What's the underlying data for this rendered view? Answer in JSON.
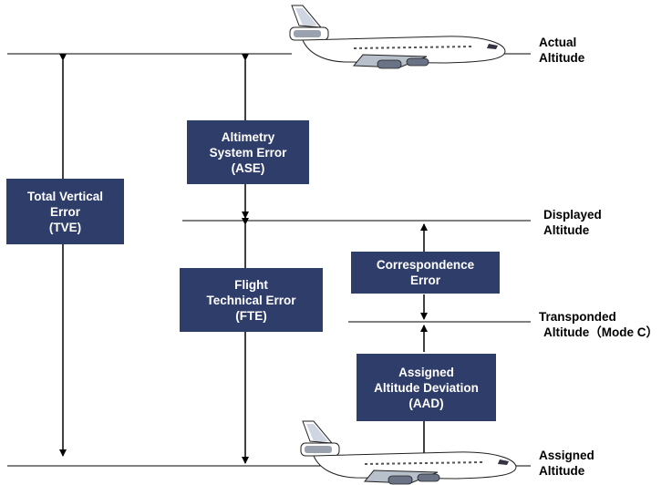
{
  "levels": {
    "actual": {
      "line1": "Actual",
      "line2": "Altitude"
    },
    "displayed": {
      "line1": "Displayed",
      "line2": "Altitude"
    },
    "transponded": {
      "line1": "Transponded",
      "line2": "Altitude（Mode C）"
    },
    "assigned": {
      "line1": "Assigned",
      "line2": "Altitude"
    }
  },
  "errors": {
    "tve": {
      "line1": "Total Vertical",
      "line2": "Error",
      "line3": "(TVE)"
    },
    "ase": {
      "line1": "Altimetry",
      "line2": "System Error",
      "line3": "(ASE)"
    },
    "fte": {
      "line1": "Flight",
      "line2": "Technical Error",
      "line3": "(FTE)"
    },
    "correspondence": {
      "line1": "Correspondence",
      "line2": "Error"
    },
    "aad": {
      "line1": "Assigned",
      "line2": "Altitude Deviation",
      "line3": "(AAD)"
    }
  },
  "colors": {
    "box_fill": "#2f3d6a",
    "box_text": "#ffffff",
    "lines": "#000000"
  },
  "icons": [
    "aircraft-icon"
  ]
}
